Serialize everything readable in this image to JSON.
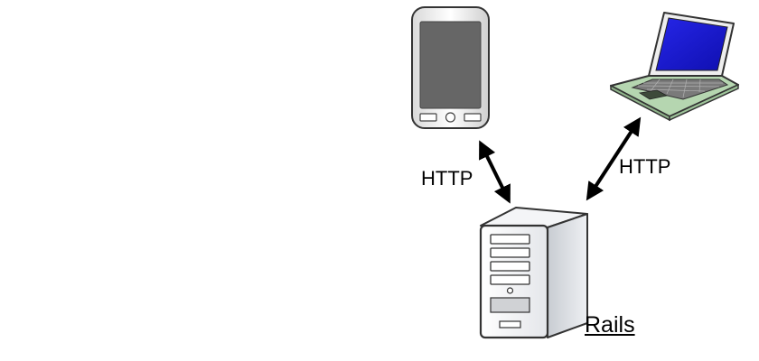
{
  "labels": {
    "http_phone": "HTTP",
    "http_laptop": "HTTP",
    "server": "Rails"
  },
  "devices": {
    "phone": {
      "icon": "smartphone-icon"
    },
    "laptop": {
      "icon": "laptop-icon"
    },
    "server": {
      "icon": "server-tower-icon"
    }
  },
  "colors": {
    "phone_screen": "#666666",
    "laptop_screen": "#1a1ad6",
    "laptop_body": "#b5d6b0",
    "server_body": "#dfe3e8",
    "arrow": "#000000"
  }
}
